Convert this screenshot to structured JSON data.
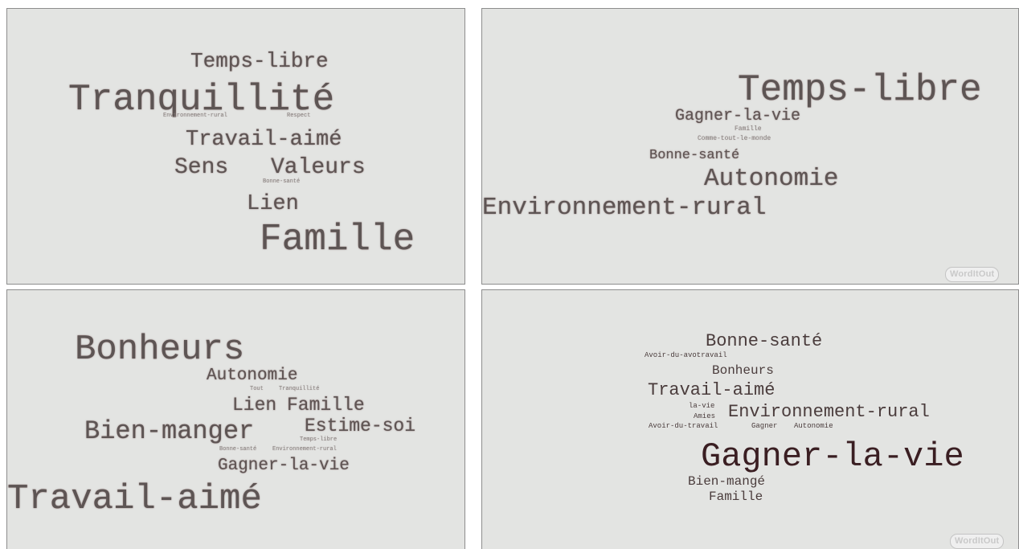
{
  "clouds": {
    "top_left": {
      "words": [
        "Temps-libre",
        "Tranquillité",
        "Environnement-rural",
        "Respect",
        "Travail-aimé",
        "Sens",
        "Valeurs",
        "Bonne-santé",
        "Lien",
        "Famille"
      ]
    },
    "top_right": {
      "words": [
        "Temps-libre",
        "Gagner-la-vie",
        "Famille",
        "Comme-tout-le-monde",
        "Bonne-santé",
        "Autonomie",
        "Environnement-rural"
      ],
      "logo": "WordItOut"
    },
    "bottom_left": {
      "words": [
        "Bonheurs",
        "Autonomie",
        "Tout",
        "Tranquillité",
        "Lien",
        "Famille",
        "Bien-manger",
        "Estime-soi",
        "Temps-libre",
        "Bonne-santé",
        "Environnement-rural",
        "Gagner-la-vie",
        "Travail-aimé"
      ]
    },
    "bottom_right": {
      "words": [
        "Bonne-santé",
        "Avoir-du-avotravail",
        "Bonheurs",
        "Travail-aimé",
        "la-vie",
        "Amies",
        "Environnement-rural",
        "Avoir-du-travail",
        "Gagner",
        "Autonomie",
        "Gagner-la-vie",
        "Bien-mangé",
        "Famille"
      ],
      "logo": "WordItOut"
    }
  }
}
